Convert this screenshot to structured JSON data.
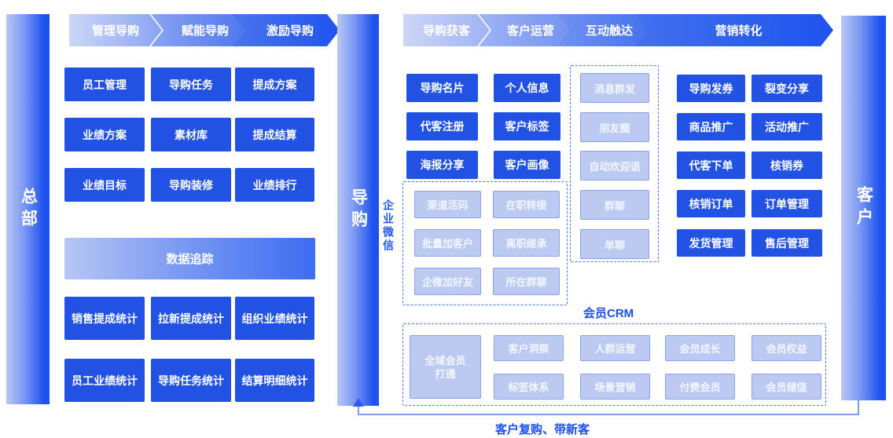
{
  "colors": {
    "solid_box": "#2152e3",
    "light_box": "#bccaf2",
    "light_box_border": "#8aa3ec",
    "dashed_border": "#4d7af0",
    "accent_text": "#1b4df0",
    "bar_gradient_light": "#b9c7f5",
    "bar_gradient_dark": "#1d4fee"
  },
  "left": {
    "bar_label": "总部",
    "arrows": [
      "管理导购",
      "赋能导购",
      "激励导购"
    ],
    "grid": [
      [
        "员工管理",
        "导购任务",
        "提成方案"
      ],
      [
        "业绩方案",
        "素材库",
        "提成结算"
      ],
      [
        "业绩目标",
        "导购装修",
        "业绩排行"
      ]
    ],
    "tracking_label": "数据追踪",
    "stats": [
      [
        "销售提成统计",
        "拉新提成统计",
        "组织业绩统计"
      ],
      [
        "员工业绩统计",
        "导购任务统计",
        "结算明细统计"
      ]
    ]
  },
  "mid": {
    "bar_label": "导购",
    "arrows": [
      "导购获客",
      "客户运营",
      "互动触达",
      "营销转化"
    ],
    "acquisition": [
      "导购名片",
      "代客注册",
      "海报分享"
    ],
    "operation": [
      "个人信息",
      "客户标签",
      "客户画像"
    ],
    "reach": [
      "消息群发",
      "朋友圈",
      "自动欢迎语",
      "群聊",
      "单聊"
    ],
    "wecom_label": "企业微信",
    "wecom": [
      [
        "渠道活码",
        "在职转接"
      ],
      [
        "批量加客户",
        "离职继承"
      ],
      [
        "企微加好友",
        "所在群聊"
      ]
    ],
    "crm_label": "会员CRM",
    "crm_main": {
      "line1": "全域会员",
      "line2": "打通"
    },
    "crm_items": [
      [
        "客户洞察",
        "人群运营",
        "会员成长",
        "会员权益"
      ],
      [
        "标签体系",
        "场景营销",
        "付费会员",
        "会员储值"
      ]
    ]
  },
  "right": {
    "bar_label": "客户",
    "conversion": [
      [
        "导购发券",
        "裂变分享"
      ],
      [
        "商品推广",
        "活动推广"
      ],
      [
        "代客下单",
        "核销券"
      ],
      [
        "核销订单",
        "订单管理"
      ],
      [
        "发货管理",
        "售后管理"
      ]
    ]
  },
  "footer": {
    "loop_label": "客户复购、带新客"
  }
}
